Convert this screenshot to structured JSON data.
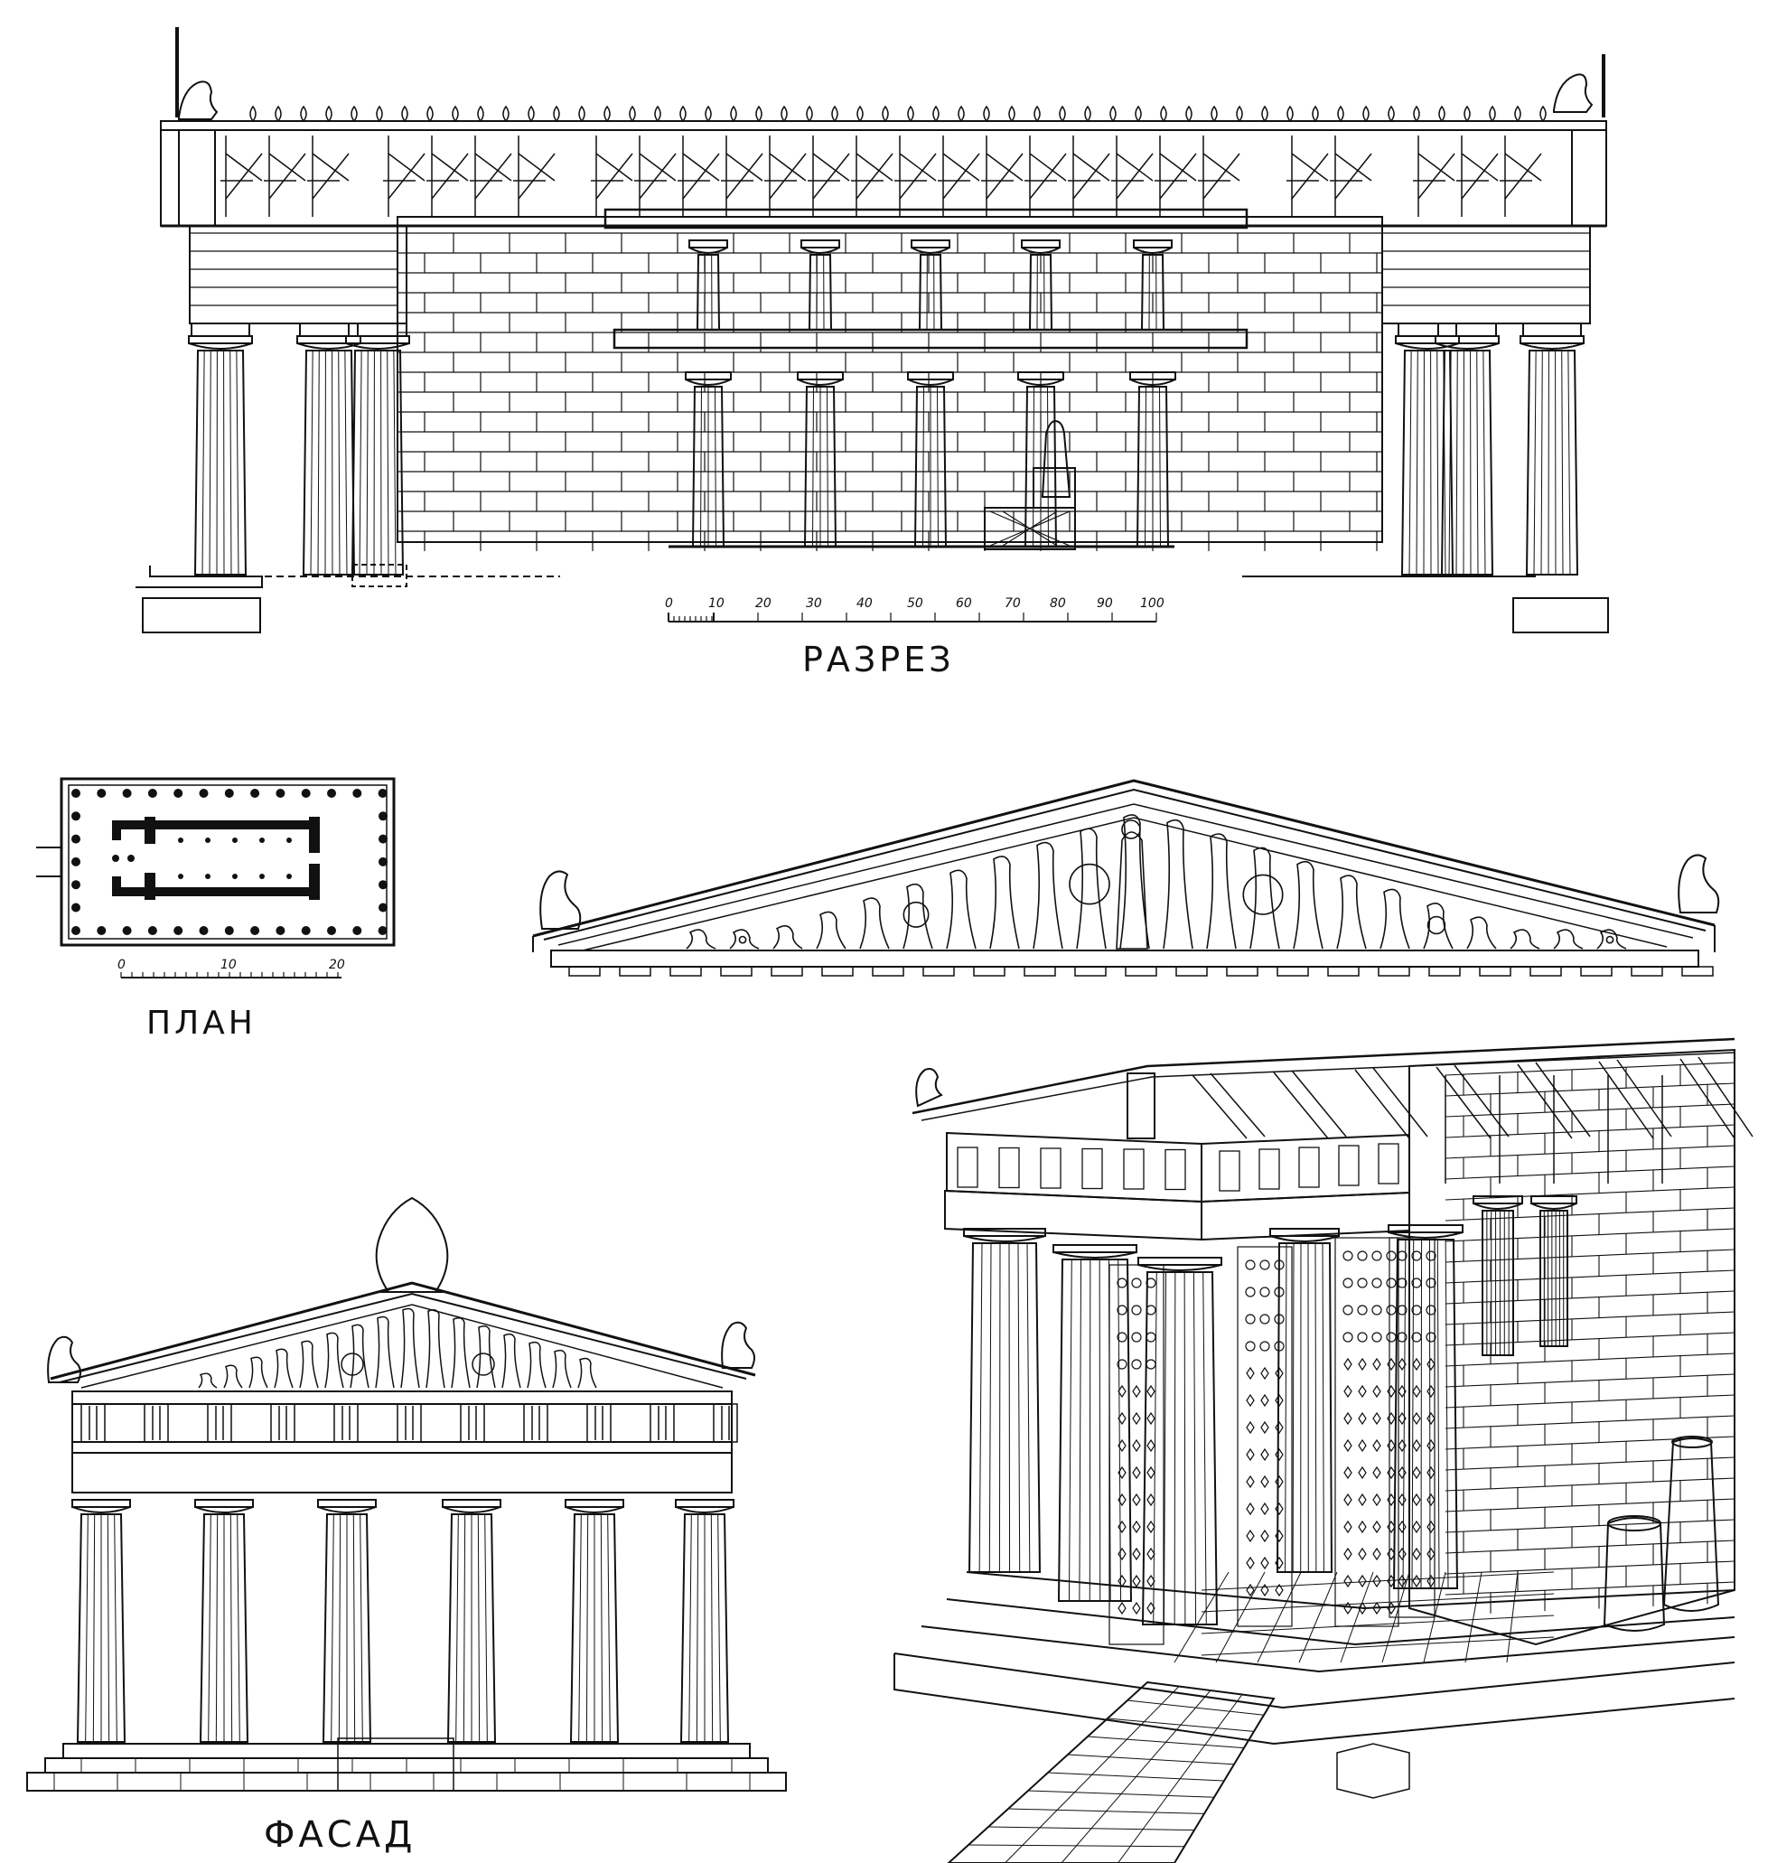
{
  "labels": {
    "section": "РАЗРЕЗ",
    "plan": "ПЛАН",
    "facade": "ФАСАД"
  },
  "section_scale": {
    "ticks": [
      "0",
      "10",
      "20",
      "30",
      "40",
      "50",
      "60",
      "70",
      "80",
      "90",
      "100"
    ]
  },
  "plan_scale": {
    "ticks": [
      "0",
      "10",
      "20"
    ]
  },
  "palette": {
    "ink": "#111111",
    "paper": "#ffffff"
  }
}
